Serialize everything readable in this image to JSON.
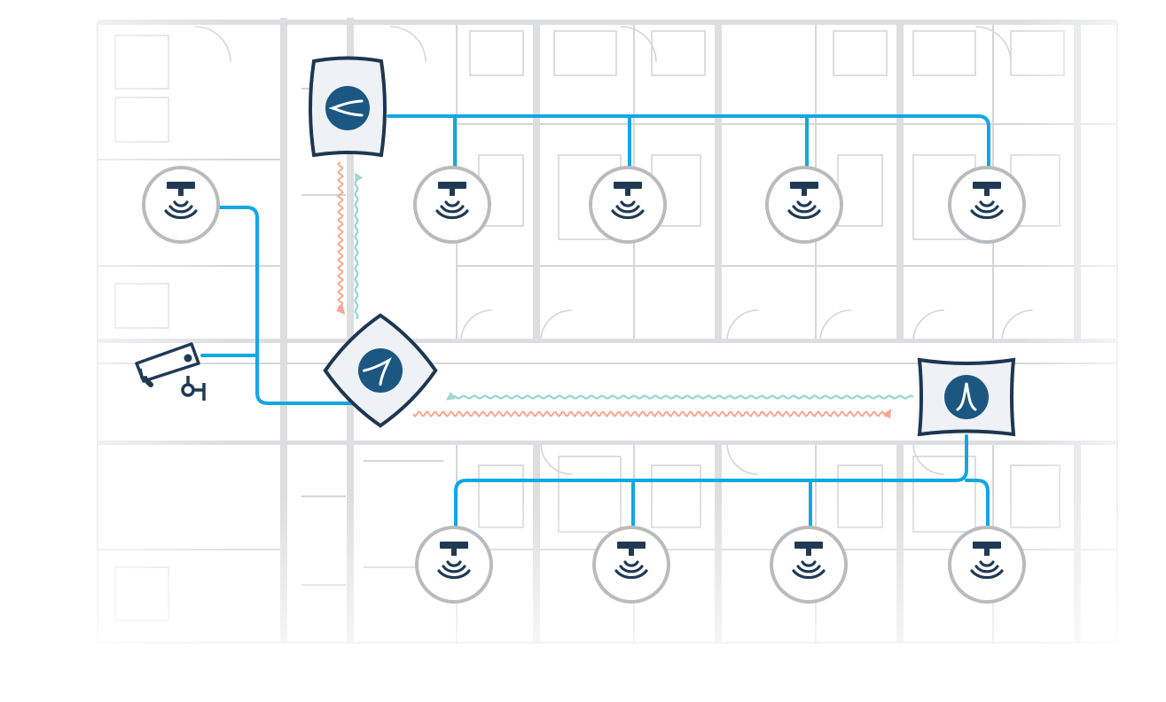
{
  "diagram": {
    "colors": {
      "background": "#ffffff",
      "floorplan_lines": "#d4d6d8",
      "cable": "#12a7e3",
      "uplink_signal": "#f4a894",
      "downlink_signal": "#9fd8d2",
      "device_outline": "#1e3650",
      "device_icon": "#1b5781",
      "sensor_ring": "#b9bbbd"
    },
    "background": "building-floor-plan",
    "gateways": [
      {
        "id": "gateway-top",
        "icon": "signal-peak-sideways-icon"
      },
      {
        "id": "gateway-center",
        "icon": "signal-peak-diagonal-icon"
      },
      {
        "id": "gateway-right",
        "icon": "signal-peak-upright-icon"
      }
    ],
    "camera": {
      "icon": "security-camera-icon"
    },
    "sensor_icon": "ceiling-sensor-waves-icon",
    "sensor_groups": [
      {
        "name": "left",
        "connected_to": "gateway-center",
        "count": 1
      },
      {
        "name": "top-row",
        "connected_to": "gateway-top",
        "count": 4
      },
      {
        "name": "bottom-row",
        "connected_to": "gateway-right",
        "count": 4
      }
    ],
    "links": [
      {
        "from": "gateway-top",
        "to": "gateway-center",
        "kind": "wireless",
        "signal": "uplink"
      },
      {
        "from": "gateway-center",
        "to": "gateway-top",
        "kind": "wireless",
        "signal": "downlink"
      },
      {
        "from": "gateway-center",
        "to": "gateway-right",
        "kind": "wireless",
        "signal": "uplink"
      },
      {
        "from": "gateway-right",
        "to": "gateway-center",
        "kind": "wireless",
        "signal": "downlink"
      },
      {
        "from": "camera",
        "to": "gateway-center",
        "kind": "wired"
      }
    ]
  }
}
